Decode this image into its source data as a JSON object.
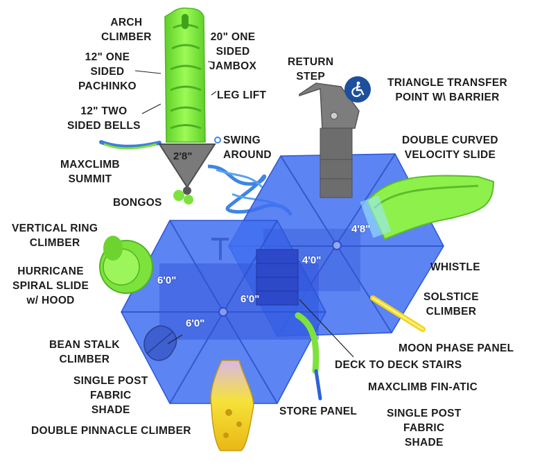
{
  "labels": {
    "arch_climber": "ARCH\nCLIMBER",
    "jambox": "20\" ONE\nSIDED\nJAMBOX",
    "pachinko": "12\" ONE\nSIDED\nPACHINKO",
    "leg_lift": "LEG LIFT",
    "two_sided_bells": "12\" TWO\nSIDED BELLS",
    "return_step": "RETURN\nSTEP",
    "triangle_transfer": "TRIANGLE TRANSFER\nPOINT W\\ BARRIER",
    "swing_around": "SWING\nAROUND",
    "maxclimb_summit": "MAXCLIMB\nSUMMIT",
    "double_curved_slide": "DOUBLE CURVED\nVELOCITY SLIDE",
    "bongos": "BONGOS",
    "vertical_ring_climber": "VERTICAL RING\nCLIMBER",
    "whistle": "WHISTLE",
    "hurricane_slide": "HURRICANE\nSPIRAL SLIDE\nw/ HOOD",
    "solstice_climber": "SOLSTICE\nCLIMBER",
    "moon_phase_panel": "MOON  PHASE PANEL",
    "bean_stalk_climber": "BEAN STALK\nCLIMBER",
    "deck_stairs": "DECK TO DECK STAIRS",
    "single_post_shade_left": "SINGLE POST\nFABRIC\nSHADE",
    "maxclimb_fin_atic": "MAXCLIMB FIN-ATIC",
    "store_panel": "STORE PANEL",
    "single_post_shade_right": "SINGLE POST\nFABRIC\nSHADE",
    "double_pinnacle_climber": "DOUBLE PINNACLE CLIMBER"
  },
  "deck_heights": {
    "triangle_deck": "2'8\"",
    "right_upper_deck": "4'8\"",
    "right_main_deck": "4'0\"",
    "left_deck_a": "6'0\"",
    "left_deck_b": "6'0\"",
    "left_deck_c": "6'0\""
  },
  "colors": {
    "shade_fill": "#3f6ff0",
    "deck_blue": "#2f4fd8",
    "green_part": "#7ee23c",
    "yellow_part": "#f2d21e",
    "accessibility_badge": "#1d4f9c"
  },
  "icons": {
    "accessibility": "wheelchair-accessible-icon"
  }
}
